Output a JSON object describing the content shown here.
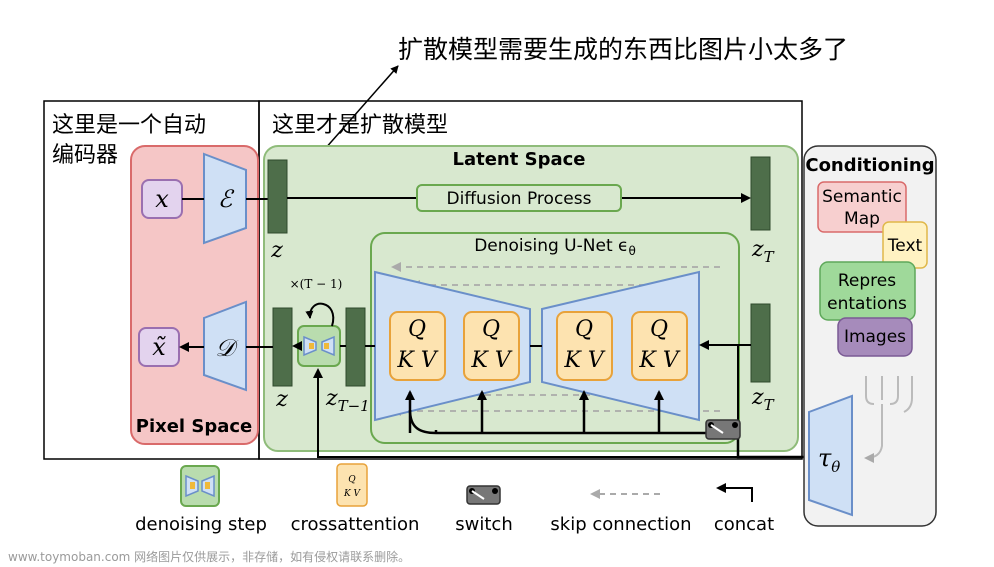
{
  "annotations": {
    "top_note": "扩散模型需要生成的东西比图片小太多了",
    "left_box_note_line1": "这里是一个自动",
    "left_box_note_line2": "编码器",
    "right_box_note": "这里才是扩散模型"
  },
  "pixel_space": {
    "title": "Pixel Space",
    "x": "x",
    "x_tilde": "x̃",
    "encoder": "ℰ",
    "decoder": "𝒟"
  },
  "latent_space": {
    "title": "Latent Space",
    "diffusion_process": "Diffusion Process",
    "z": "z",
    "z_T": "z",
    "z_T_sub": "T",
    "z_bottom": "z",
    "z_T_minus_1": "z",
    "z_T_minus_1_sub": "T−1",
    "z_T_right_bottom": "z",
    "z_T_right_bottom_sub": "T",
    "repeat_label": "×(T − 1)"
  },
  "unet": {
    "title": "Denoising U-Net ϵ",
    "title_sub": "θ",
    "attention_blocks": [
      {
        "q": "Q",
        "kv": "K V"
      },
      {
        "q": "Q",
        "kv": "K V"
      },
      {
        "q": "Q",
        "kv": "K V"
      },
      {
        "q": "Q",
        "kv": "K V"
      }
    ]
  },
  "conditioning": {
    "title": "Conditioning",
    "items": [
      "Semantic Map",
      "Text",
      "Repres entations",
      "Images"
    ],
    "semantic_line1": "Semantic",
    "semantic_line2": "Map",
    "text": "Text",
    "repr_line1": "Repres",
    "repr_line2": "entations",
    "images": "Images",
    "tau": "τ",
    "tau_sub": "θ"
  },
  "legend": {
    "denoising_step": "denoising step",
    "crossattention": "crossattention",
    "switch": "switch",
    "skip_connection": "skip connection",
    "concat": "concat",
    "mini_q": "Q",
    "mini_kv": "K V"
  },
  "watermark": "www.toymoban.com 网络图片仅供展示，非存储，如有侵权请联系删除。",
  "colors": {
    "pixel_fill": "#f5c6c6",
    "pixel_stroke": "#d96a6a",
    "latent_fill": "#d8e8cf",
    "latent_stroke": "#8fbc7a",
    "trapezoid_fill": "#cfe0f5",
    "trapezoid_stroke": "#6a8fc9",
    "bar_fill": "#4e6e4a",
    "qkv_fill": "#fde3b0",
    "qkv_stroke": "#e8a23a",
    "x_fill": "#e3d3ee",
    "x_stroke": "#9a6fb0",
    "semantic_fill": "#f7cfcf",
    "text_fill": "#fff2c2",
    "repr_fill": "#9fd99a",
    "images_fill": "#a68bbb",
    "cond_fill": "#f2f2f2"
  }
}
